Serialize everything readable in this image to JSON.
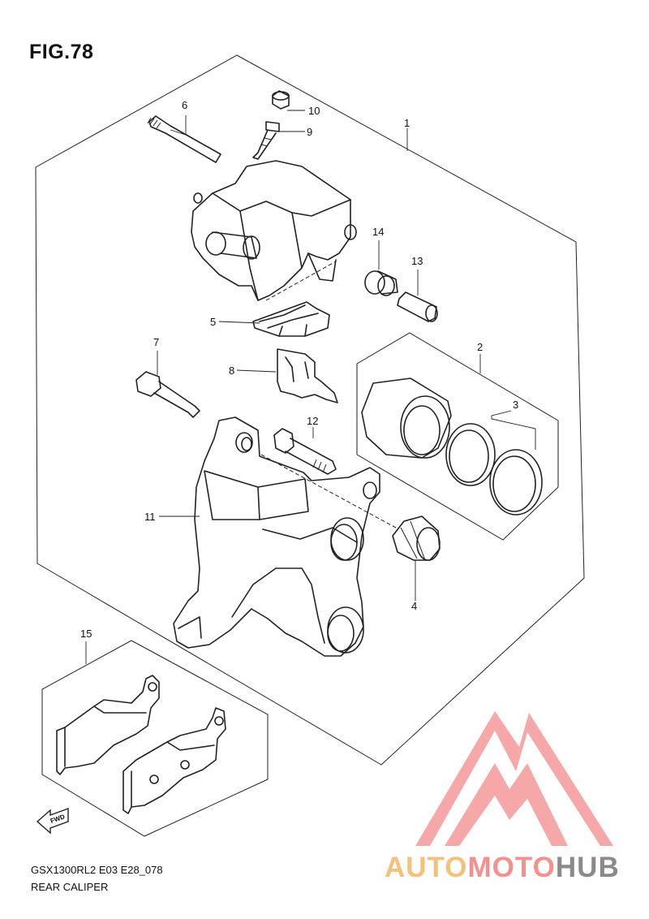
{
  "figure": {
    "title": "FIG.78"
  },
  "footer": {
    "model_code": "GSX1300RL2 E03 E28_078",
    "section_name": "REAR CALIPER"
  },
  "callouts": {
    "c1": "1",
    "c2": "2",
    "c3": "3",
    "c4": "4",
    "c5": "5",
    "c6": "6",
    "c7": "7",
    "c8": "8",
    "c9": "9",
    "c10": "10",
    "c11": "11",
    "c12": "12",
    "c13": "13",
    "c14": "14",
    "c15": "15"
  },
  "fwd_marker": "FWD",
  "watermark": {
    "part1": "AUTO",
    "part2": "MOTO",
    "part3": "HUB",
    "colors": {
      "auto": "#f4c17a",
      "moto": "#f5908f",
      "hub": "#8a8a8a",
      "triangle": "#f59a9a"
    }
  }
}
